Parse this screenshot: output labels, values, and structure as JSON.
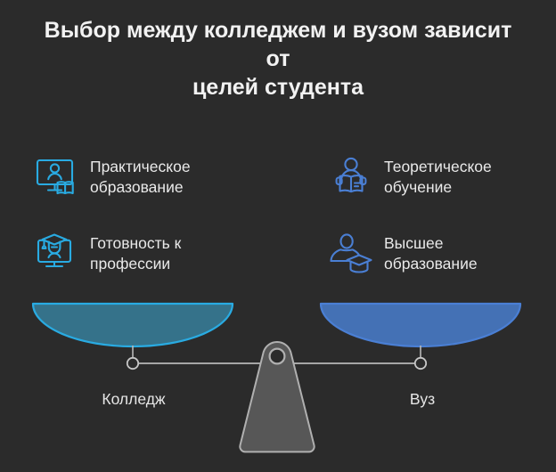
{
  "theme": {
    "background": "#2b2b2b",
    "title_color": "#f2f2f2",
    "text_color": "#e9e9e9",
    "accent_cyan": "#29abe2",
    "accent_blue": "#4a7fd4",
    "pan_left_fill": "#35728a",
    "pan_right_fill": "#4471b5",
    "beam_color": "#b9b9b9",
    "fulcrum_fill": "#575757",
    "fulcrum_stroke": "#b0b0b0"
  },
  "title": {
    "line1": "Выбор между колледжем и вузом зависит от",
    "line2": "целей студента",
    "full": "Выбор между колледжем и вузом зависит от целей студента"
  },
  "features": {
    "left": [
      {
        "label": "Практическое\nобразование",
        "icon": "monitor-person-book-icon",
        "color": "#29abe2",
        "side": "college"
      },
      {
        "label": "Готовность к\nпрофессии",
        "icon": "monitor-graduate-icon",
        "color": "#29abe2",
        "side": "college"
      }
    ],
    "right": [
      {
        "label": "Теоретическое\nобучение",
        "icon": "person-reading-book-icon",
        "color": "#4a7fd4",
        "side": "university"
      },
      {
        "label": "Высшее\nобразование",
        "icon": "person-graduation-cap-icon",
        "color": "#4a7fd4",
        "side": "university"
      }
    ]
  },
  "balance": {
    "left_pan_label": "Колледж",
    "right_pan_label": "Вуз",
    "fulcrum": "triangular-pedestal",
    "state": "balanced"
  },
  "chart_data": {
    "type": "diagram",
    "title": "Выбор между колледжем и вузом зависит от целей студента",
    "visual": "balance-scale",
    "categories": [
      "Колледж",
      "Вуз"
    ],
    "values": [
      1,
      1
    ],
    "annotations": [
      "Практическое образование",
      "Готовность к профессии",
      "Теоретическое обучение",
      "Высшее образование"
    ]
  }
}
